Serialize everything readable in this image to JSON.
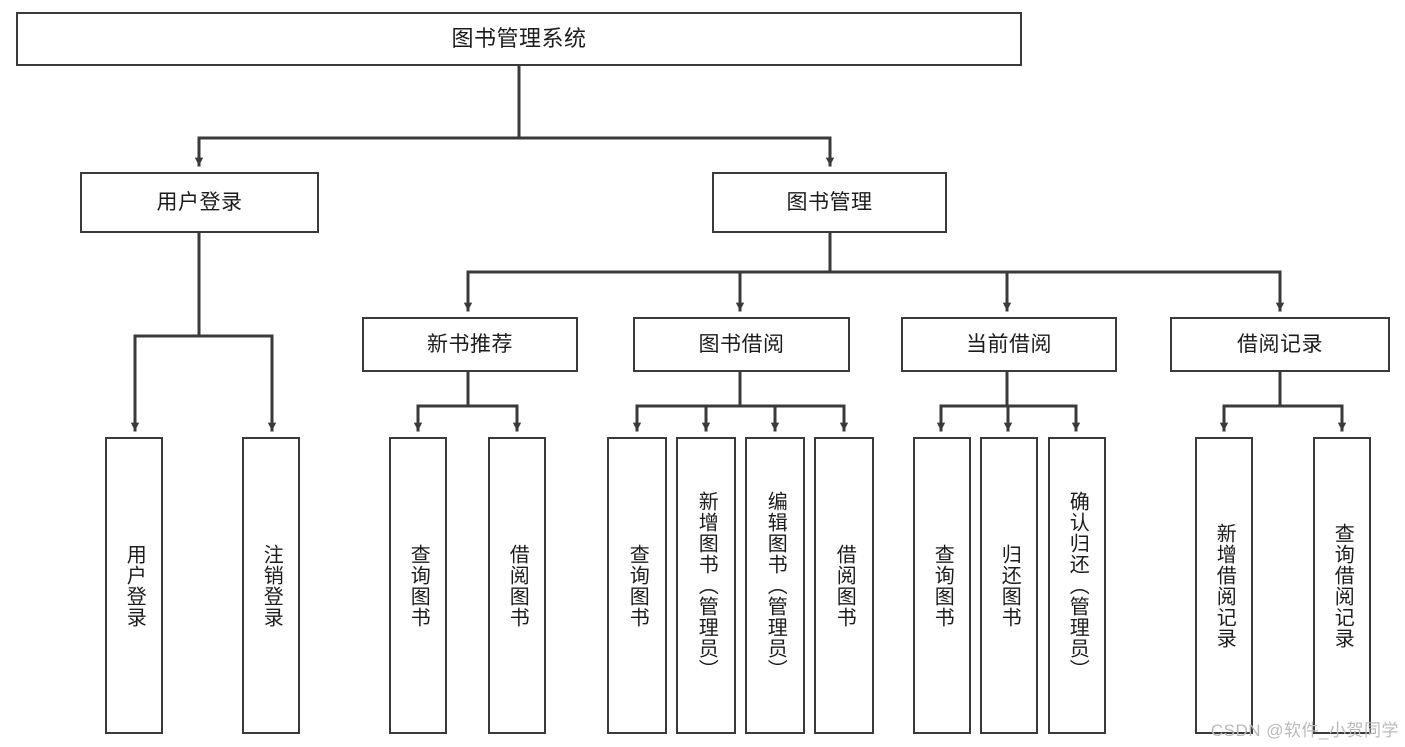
{
  "diagram": {
    "type": "tree",
    "title": "图书管理系统",
    "watermark": "CSDN @软件_小贺同学",
    "root": {
      "label": "图书管理系统"
    },
    "level1": [
      {
        "id": "user-login",
        "label": "用户登录"
      },
      {
        "id": "book-manage",
        "label": "图书管理"
      }
    ],
    "level2": [
      {
        "id": "new-book-recommend",
        "label": "新书推荐",
        "parent": "book-manage"
      },
      {
        "id": "book-borrow",
        "label": "图书借阅",
        "parent": "book-manage"
      },
      {
        "id": "current-borrow",
        "label": "当前借阅",
        "parent": "book-manage"
      },
      {
        "id": "borrow-record",
        "label": "借阅记录",
        "parent": "book-manage"
      }
    ],
    "leaves": {
      "user_login": [
        {
          "id": "leaf-user-login",
          "label": "用户登录"
        },
        {
          "id": "leaf-logout-login",
          "label": "注销登录"
        }
      ],
      "new_book_recommend": [
        {
          "id": "leaf-query-book-1",
          "label": "查询图书"
        },
        {
          "id": "leaf-borrow-book-1",
          "label": "借阅图书"
        }
      ],
      "book_borrow": [
        {
          "id": "leaf-query-book-2",
          "label": "查询图书"
        },
        {
          "id": "leaf-add-book",
          "label": "新增图书（管理员）"
        },
        {
          "id": "leaf-edit-book",
          "label": "编辑图书（管理员）"
        },
        {
          "id": "leaf-borrow-book-2",
          "label": "借阅图书"
        }
      ],
      "current_borrow": [
        {
          "id": "leaf-query-book-3",
          "label": "查询图书"
        },
        {
          "id": "leaf-return-book",
          "label": "归还图书"
        },
        {
          "id": "leaf-confirm-return",
          "label": "确认归还（管理员）"
        }
      ],
      "borrow_record": [
        {
          "id": "leaf-add-record",
          "label": "新增借阅记录"
        },
        {
          "id": "leaf-query-record",
          "label": "查询借阅记录"
        }
      ]
    },
    "colors": {
      "stroke": "#3a3a3a",
      "text": "#1c1c1c",
      "background": "#ffffff",
      "watermark": "#b9b9b9"
    }
  }
}
